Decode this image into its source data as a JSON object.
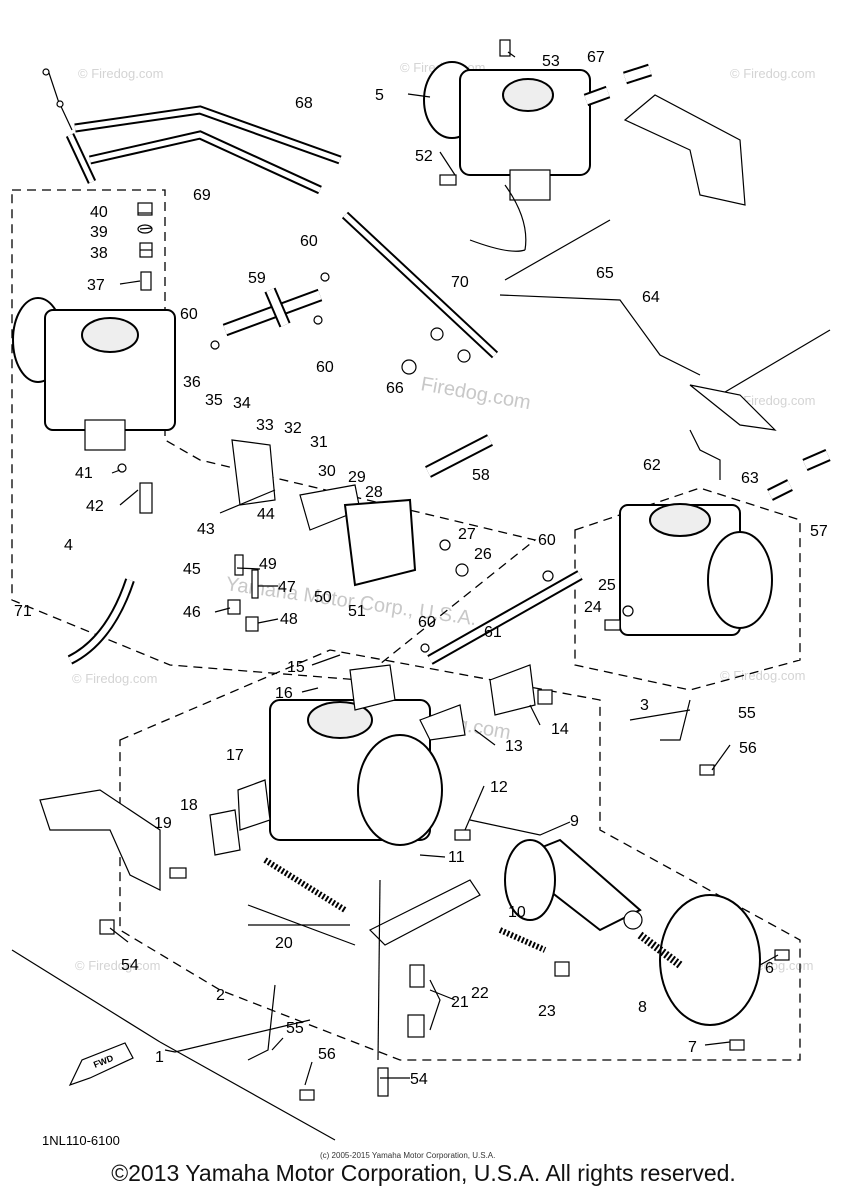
{
  "diagram": {
    "part_code": "1NL110-6100",
    "fwd_label": "FWD",
    "watermark": "© Firedog.com",
    "watermark_url": "Firedog.com",
    "watermark_center": "Yamaha Motor Corp., U.S.A.",
    "small_copyright": "(c) 2005-2015 Yamaha Motor Corporation, U.S.A.",
    "callouts": [
      "1",
      "2",
      "3",
      "4",
      "5",
      "6",
      "7",
      "8",
      "9",
      "10",
      "11",
      "12",
      "13",
      "14",
      "15",
      "16",
      "17",
      "18",
      "19",
      "20",
      "21",
      "22",
      "23",
      "24",
      "25",
      "26",
      "27",
      "28",
      "29",
      "30",
      "31",
      "32",
      "33",
      "34",
      "35",
      "36",
      "37",
      "38",
      "39",
      "40",
      "41",
      "42",
      "43",
      "44",
      "45",
      "46",
      "47",
      "48",
      "49",
      "50",
      "51",
      "52",
      "53",
      "54",
      "54",
      "55",
      "55",
      "56",
      "56",
      "57",
      "58",
      "59",
      "60",
      "60",
      "60",
      "60",
      "60",
      "61",
      "62",
      "63",
      "64",
      "65",
      "66",
      "67",
      "68",
      "69",
      "70",
      "71"
    ]
  },
  "footer": {
    "copyright": "©2013 Yamaha Motor Corporation, U.S.A. All rights reserved."
  }
}
